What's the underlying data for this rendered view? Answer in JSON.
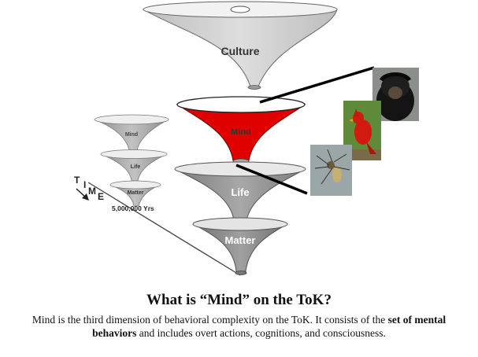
{
  "diagram": {
    "layer_labels": {
      "culture": "Culture",
      "mind": "Mind",
      "life": "Life",
      "matter": "Matter"
    },
    "small_labels": {
      "mind": "Mind",
      "life": "Life",
      "matter": "Matter"
    },
    "time_letters": [
      "T",
      "I",
      "M",
      "E"
    ],
    "time_span": "5,000,000 Yrs",
    "photos": [
      {
        "name": "chimpanzee-photo",
        "subject": "chimpanzee"
      },
      {
        "name": "cardinal-photo",
        "subject": "red cardinal bird"
      },
      {
        "name": "spider-photo",
        "subject": "spider"
      }
    ],
    "colors": {
      "mind_layer": "#e00000",
      "culture_layer": "#d4d4d4",
      "life_layer": "#9a9a9a",
      "matter_layer": "#8c8c8c"
    }
  },
  "caption": {
    "title": "What is “Mind” on the ToK?",
    "body_intro": "Mind is the third dimension of behavioral complexity on the ToK. It consists of the ",
    "body_bold": "set of mental behaviors",
    "body_rest": " and includes overt actions, cognitions, and consciousness."
  }
}
